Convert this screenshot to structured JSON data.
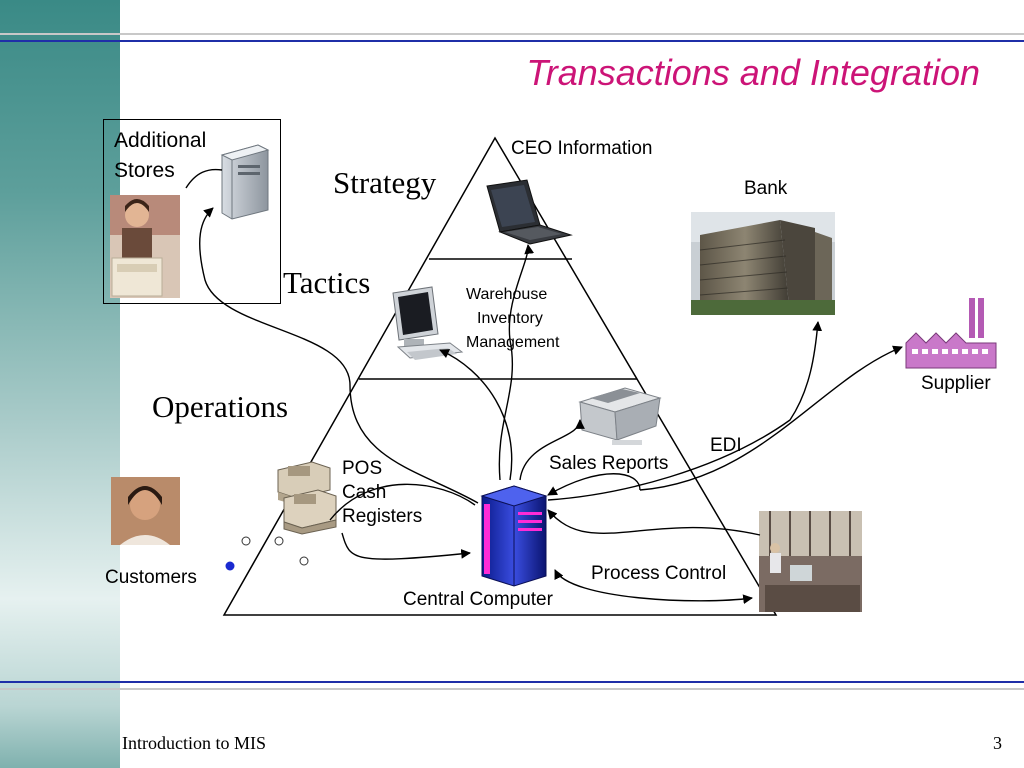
{
  "slide": {
    "title": "Transactions and Integration",
    "footer": {
      "course": "Introduction to MIS",
      "page_number": "3"
    }
  },
  "pyramid": {
    "levels": [
      "Strategy",
      "Tactics",
      "Operations"
    ]
  },
  "labels": {
    "ceo": "CEO Information",
    "bank": "Bank",
    "supplier": "Supplier",
    "edi": "EDI",
    "sales_reports": "Sales Reports",
    "process_control": "Process Control",
    "central_computer": "Central Computer",
    "customers": "Customers",
    "additional_stores": [
      "Additional",
      "Stores"
    ],
    "warehouse": [
      "Warehouse",
      "Inventory",
      "Management"
    ],
    "pos": [
      "POS",
      "Cash",
      "Registers"
    ]
  },
  "colors": {
    "title": "#cc1477",
    "rule": "#1f2fa8",
    "server": "#2233cc",
    "server_accent": "#ff2bd6",
    "factory": "#b45ab4"
  },
  "icons": [
    "server-tower-icon",
    "laptop-icon",
    "desktop-computer-icon",
    "printer-icon",
    "cash-register-icon",
    "mainframe-server-icon",
    "factory-icon",
    "bank-building-photo",
    "store-clerk-photo",
    "customer-photo",
    "process-control-photo"
  ]
}
